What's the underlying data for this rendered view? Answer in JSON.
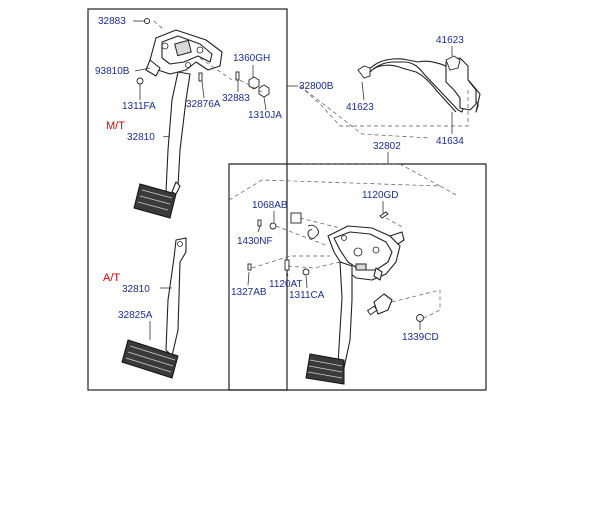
{
  "section_labels": {
    "manual": "M/T",
    "auto": "A/T"
  },
  "parts": {
    "p32883_top": "32883",
    "p93810B": "93810B",
    "p1311FA": "1311FA",
    "p32876A": "32876A",
    "p1360GH": "1360GH",
    "p32883_mid": "32883",
    "p1310JA": "1310JA",
    "p32800B": "32800B",
    "p32810_mt": "32810",
    "p32810_at": "32810",
    "p32825A": "32825A",
    "p41623_top": "41623",
    "p41623_mid": "41623",
    "p41634": "41634",
    "p32802": "32802",
    "p1120GD": "1120GD",
    "p1068AB": "1068AB",
    "p1430NF": "1430NF",
    "p1327AB": "1327AB",
    "p1120AT": "1120AT",
    "p1311CA": "1311CA",
    "p1339CD": "1339CD"
  },
  "colors": {
    "label": "#1a2f8f",
    "section": "#d40000",
    "line": "#222222"
  }
}
